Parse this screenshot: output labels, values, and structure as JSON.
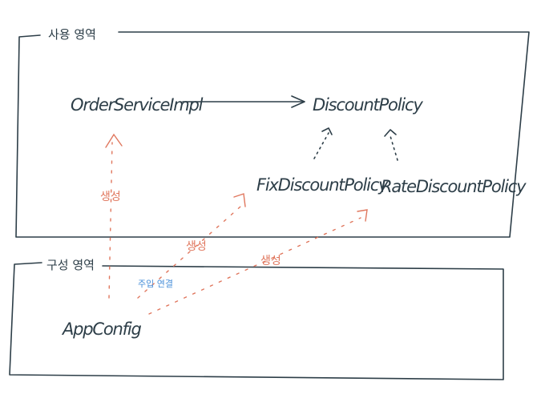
{
  "regions": {
    "usage": {
      "label": "사용 영역"
    },
    "config": {
      "label": "구성 영역"
    }
  },
  "classes": {
    "order_service": "OrderServiceImpl",
    "discount_policy": "DiscountPolicy",
    "fix_policy": "FixDiscountPolicy",
    "rate_policy": "RateDiscountPolicy",
    "app_config": "AppConfig"
  },
  "annotations": {
    "create_1": "생성",
    "create_2": "생성",
    "create_3": "생성",
    "inject": "주입 연결"
  },
  "colors": {
    "ink": "#2d3e48",
    "create_red": "#e0775e",
    "inject_blue": "#4a90d9"
  }
}
